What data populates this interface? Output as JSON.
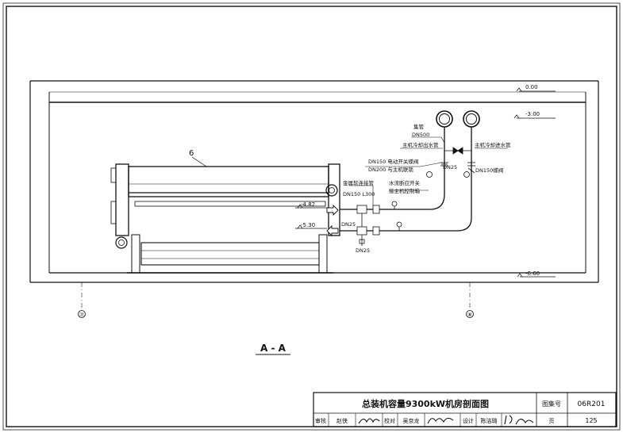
{
  "section_label": "A - A",
  "part_number": "6",
  "levels": {
    "ground": "0.00",
    "slab": "-3.00",
    "upper_pipe": "-4.82",
    "lower_pipe": "-5.30",
    "floor": "-6.60"
  },
  "axes": {
    "left": "⑦",
    "right": "⑧"
  },
  "annotations": {
    "header_pipe": "集管",
    "header_dn": "DN500",
    "chw_out": "主机冷却出水管",
    "chw_in": "主机冷却进水管",
    "valve_dn150": "DN150 电动开关蝶阀",
    "valve_dn200": "DN200 与主机联锁",
    "dn25_right": "DN25",
    "dn150_butterfly": "DN150蝶阀",
    "metal_hose": "金属软连接管",
    "hose_spec": "DN150 L300",
    "flow_switch": "水流断应开关",
    "flow_switch_2": "接主机控制箱",
    "dn25_left": "DN25",
    "dn25_bottom": "DN25"
  },
  "title_block": {
    "title": "总装机容量9300kW机房剖面图",
    "atlas_label": "图集号",
    "atlas_no": "06R201",
    "review_label": "审核",
    "reviewer": "赵侠",
    "check_label": "校对",
    "checker": "吴京龙",
    "design_label": "设计",
    "designer": "陈洁璐",
    "page_label": "页",
    "page_no": "125"
  }
}
